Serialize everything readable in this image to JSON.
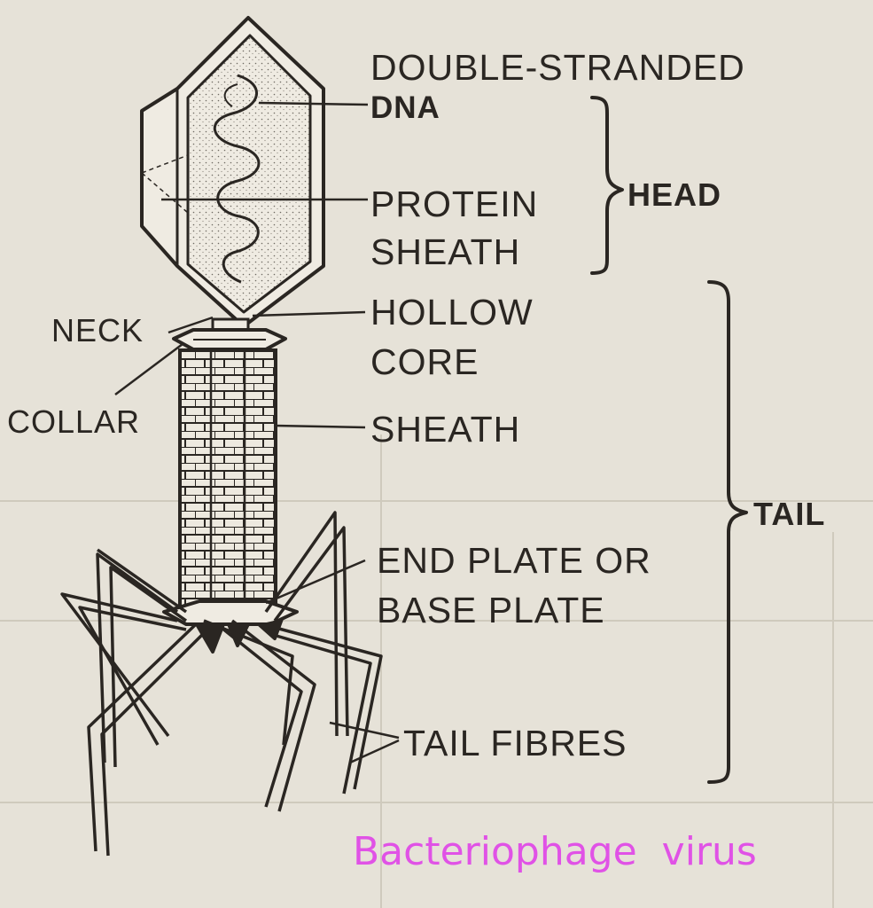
{
  "labels": {
    "double_stranded": "DOUBLE-STRANDED",
    "dna": "DNA",
    "protein": "PROTEIN",
    "sheath_head": "SHEATH",
    "head": "HEAD",
    "neck": "NECK",
    "collar": "COLLAR",
    "hollow": "HOLLOW",
    "core": "CORE",
    "sheath_tail": "SHEATH",
    "tail": "TAIL",
    "end_plate_1": "END PLATE OR",
    "end_plate_2": "BASE PLATE",
    "tail_fibres": "TAIL FIBRES"
  },
  "caption": "Bacteriophage  virus",
  "colors": {
    "paper": "#e6e2d8",
    "ink": "#2a2622",
    "caption": "#e052e6"
  }
}
